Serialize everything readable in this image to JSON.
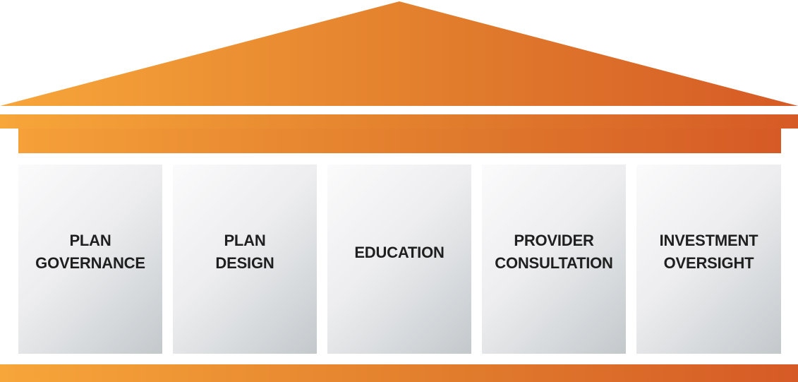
{
  "colors": {
    "orange_light": "#f7a63a",
    "orange_dark": "#d65a26",
    "column_light": "#fbfbfc",
    "column_dark": "#c3c8cb",
    "text": "#1f1f1f"
  },
  "pillars": [
    {
      "line1": "PLAN",
      "line2": "GOVERNANCE"
    },
    {
      "line1": "PLAN",
      "line2": "DESIGN"
    },
    {
      "line1": "EDUCATION",
      "line2": ""
    },
    {
      "line1": "PROVIDER",
      "line2": "CONSULTATION"
    },
    {
      "line1": "INVESTMENT",
      "line2": "OVERSIGHT"
    }
  ]
}
